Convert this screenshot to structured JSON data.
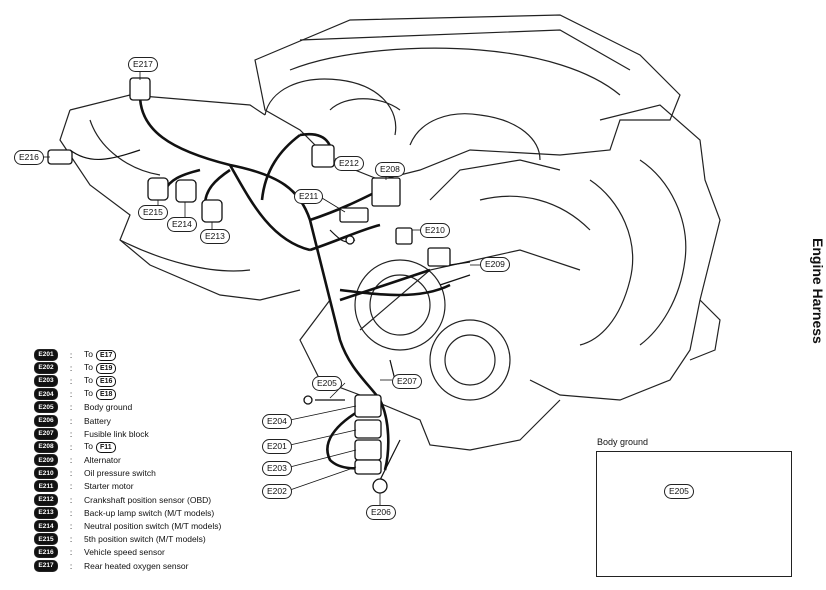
{
  "side_title": "Engine Harness",
  "callouts": {
    "e217": "E217",
    "e216": "E216",
    "e215": "E215",
    "e214": "E214",
    "e213": "E213",
    "e212": "E212",
    "e211": "E211",
    "e208": "E208",
    "e210": "E210",
    "e209": "E209",
    "e205": "E205",
    "e207": "E207",
    "e204": "E204",
    "e201": "E201",
    "e203": "E203",
    "e202": "E202",
    "e206": "E206"
  },
  "legend": [
    {
      "code": "E201",
      "text": "To",
      "ref": "E17"
    },
    {
      "code": "E202",
      "text": "To",
      "ref": "E19"
    },
    {
      "code": "E203",
      "text": "To",
      "ref": "E16"
    },
    {
      "code": "E204",
      "text": "To",
      "ref": "E18"
    },
    {
      "code": "E205",
      "text": "Body ground",
      "ref": ""
    },
    {
      "code": "E206",
      "text": "Battery",
      "ref": ""
    },
    {
      "code": "E207",
      "text": "Fusible link block",
      "ref": ""
    },
    {
      "code": "E208",
      "text": "To",
      "ref": "F11"
    },
    {
      "code": "E209",
      "text": "Alternator",
      "ref": ""
    },
    {
      "code": "E210",
      "text": "Oil pressure switch",
      "ref": ""
    },
    {
      "code": "E211",
      "text": "Starter motor",
      "ref": ""
    },
    {
      "code": "E212",
      "text": "Crankshaft position sensor (OBD)",
      "ref": ""
    },
    {
      "code": "E213",
      "text": "Back-up lamp switch (M/T models)",
      "ref": ""
    },
    {
      "code": "E214",
      "text": "Neutral position switch (M/T models)",
      "ref": ""
    },
    {
      "code": "E215",
      "text": "5th position switch (M/T models)",
      "ref": ""
    },
    {
      "code": "E216",
      "text": "Vehicle speed sensor",
      "ref": ""
    },
    {
      "code": "E217",
      "text": "Rear heated oxygen sensor",
      "ref": ""
    }
  ],
  "legend_colon": ":",
  "inset": {
    "title": "Body ground",
    "callout": "E205"
  }
}
